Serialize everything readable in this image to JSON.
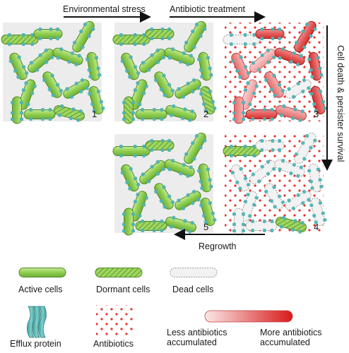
{
  "steps": {
    "stress": "Environmental stress",
    "antibiotic": "Antibiotic treatment",
    "death": "Cell death & persister survival",
    "regrowth": "Regrowth"
  },
  "panels": [
    "1",
    "2",
    "3",
    "4",
    "5"
  ],
  "legend": {
    "active": "Active cells",
    "dormant": "Dormant cells",
    "dead": "Dead cells",
    "efflux": "Efflux protein",
    "antibiotics": "Antibiotics",
    "less_1": "Less antibiotics",
    "less_2": "accumulated",
    "more_1": "More antibiotics",
    "more_2": "accumulated"
  },
  "colors": {
    "active": "#8fce4f",
    "dormant": "#8fce4f",
    "dead": "#f2f2f2",
    "efflux": "#4fb3b3",
    "antibiotic_dot": "#e8302a",
    "panel_bg": "#ececec",
    "gradient_start": "#fbe3e3",
    "gradient_end": "#d81a1a"
  }
}
